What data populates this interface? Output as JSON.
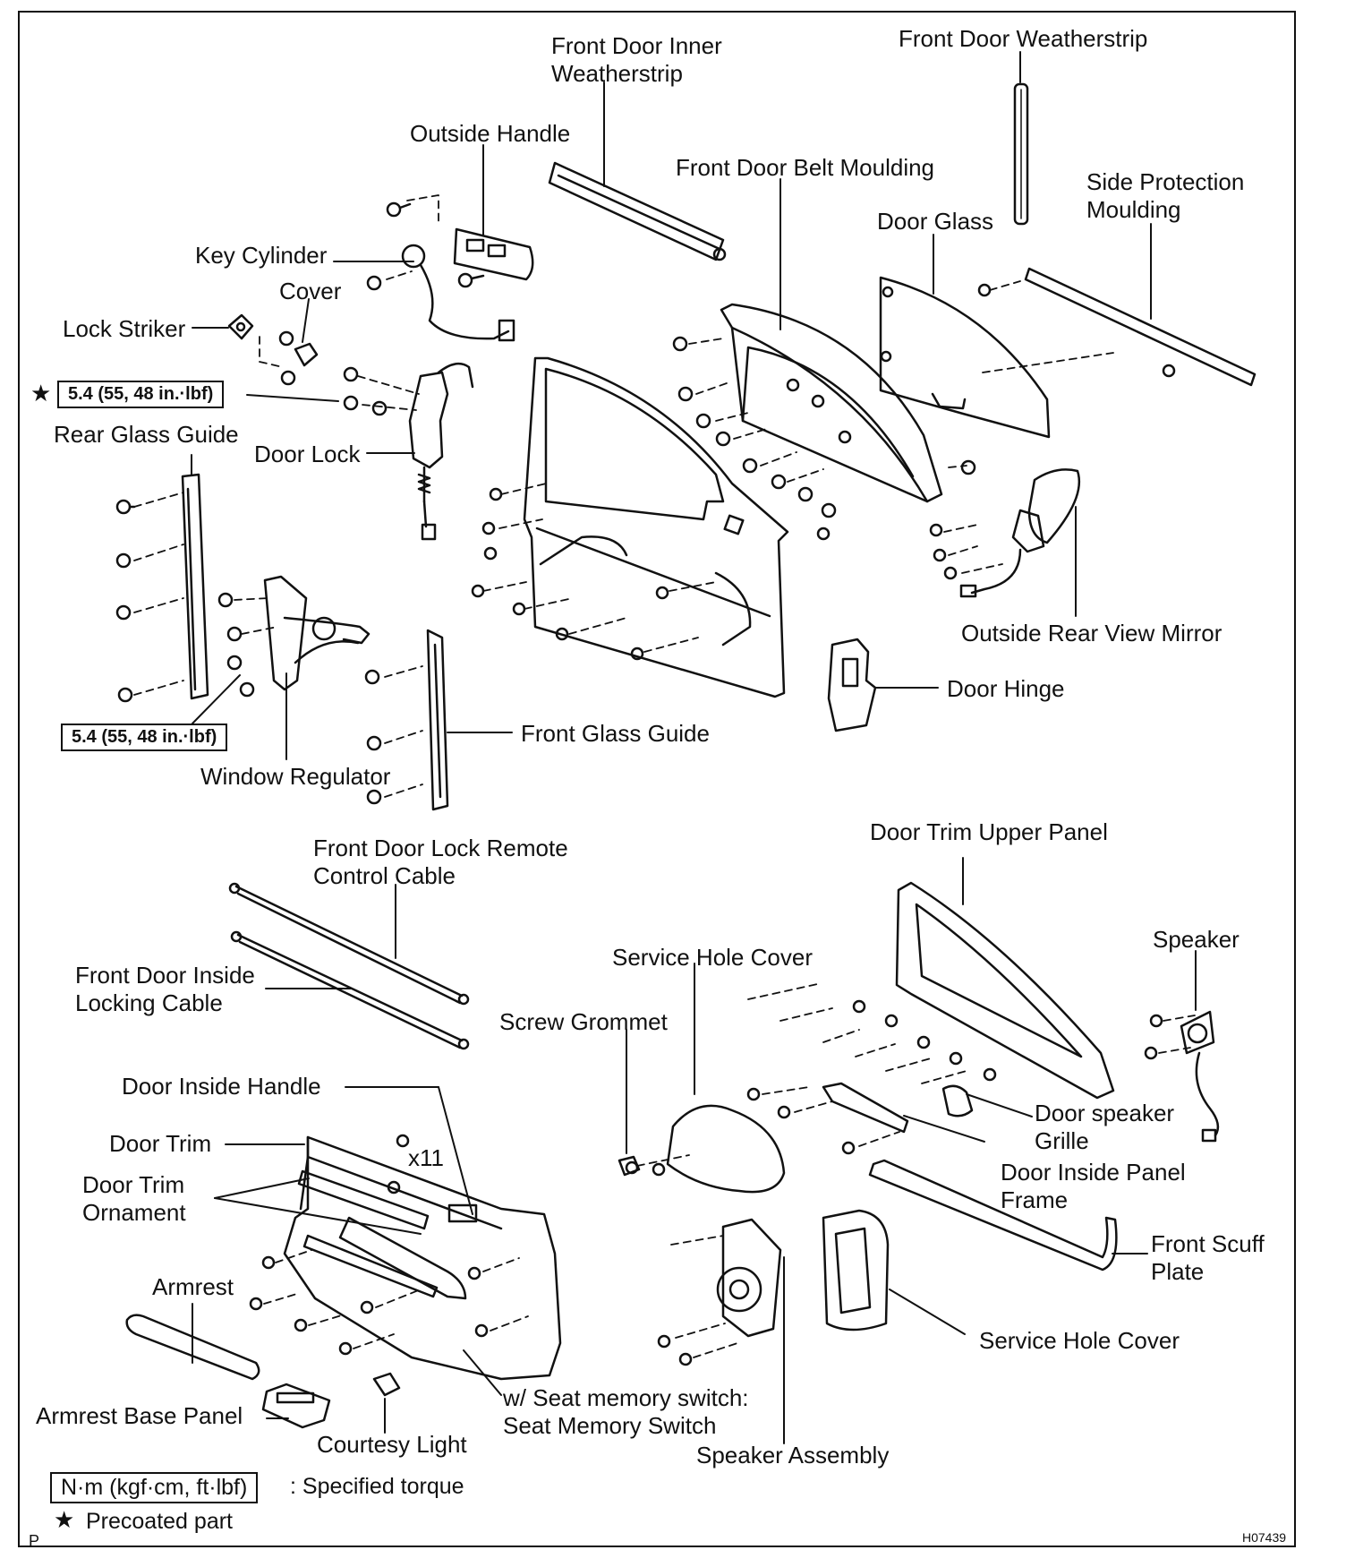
{
  "labels": {
    "front_door_inner_weatherstrip": [
      "Front Door Inner",
      "Weatherstrip"
    ],
    "front_door_weatherstrip": "Front Door Weatherstrip",
    "outside_handle": "Outside Handle",
    "front_door_belt_moulding": "Front Door Belt Moulding",
    "side_protection_moulding": [
      "Side Protection",
      "Moulding"
    ],
    "door_glass": "Door Glass",
    "key_cylinder": "Key Cylinder",
    "cover": "Cover",
    "lock_striker": "Lock Striker",
    "rear_glass_guide": "Rear Glass Guide",
    "door_lock": "Door Lock",
    "outside_rear_view_mirror": "Outside Rear View Mirror",
    "door_hinge": "Door Hinge",
    "front_glass_guide": "Front Glass Guide",
    "window_regulator": "Window Regulator",
    "front_door_lock_remote_control_cable": [
      "Front Door Lock Remote",
      "Control Cable"
    ],
    "door_trim_upper_panel": "Door Trim Upper Panel",
    "speaker": "Speaker",
    "service_hole_cover_top": "Service Hole Cover",
    "front_door_inside_locking_cable": [
      "Front Door Inside",
      "Locking Cable"
    ],
    "screw_grommet": "Screw Grommet",
    "door_inside_handle": "Door Inside Handle",
    "door_speaker_grille": [
      "Door speaker",
      "Grille"
    ],
    "door_trim": "Door Trim",
    "x11": "x11",
    "door_inside_panel_frame": [
      "Door Inside Panel",
      "Frame"
    ],
    "door_trim_ornament": [
      "Door Trim",
      "Ornament"
    ],
    "front_scuff_plate": [
      "Front Scuff",
      "Plate"
    ],
    "armrest": "Armrest",
    "service_hole_cover_bottom": "Service Hole Cover",
    "seat_memory_switch": [
      "w/ Seat memory switch:",
      "Seat Memory Switch"
    ],
    "armrest_base_panel": "Armrest Base Panel",
    "courtesy_light": "Courtesy Light",
    "speaker_assembly": "Speaker Assembly"
  },
  "torque": {
    "top": "5.4 (55, 48 in.·lbf)",
    "bottom": "5.4 (55, 48 in.·lbf)",
    "star": "★"
  },
  "legend": {
    "unit_box": "N·m (kgf·cm, ft·lbf)",
    "unit_text": ": Specified torque",
    "star": "★",
    "precoated": "Precoated part"
  },
  "corner": {
    "p": "P",
    "code": "H07439"
  }
}
